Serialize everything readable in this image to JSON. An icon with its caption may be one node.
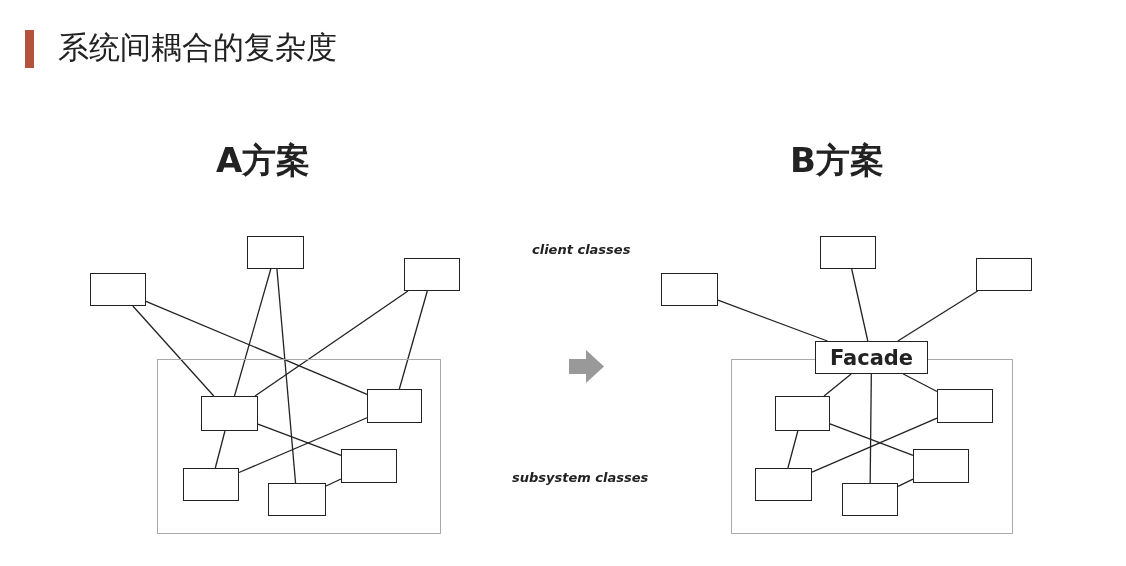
{
  "diagram": {
    "title": "系统间耦合的复杂度",
    "nodes": [
      {
        "text": [],
        "shape": "box"
      },
      {
        "text": [],
        "shape": "box"
      },
      {
        "text": [],
        "shape": "box"
      },
      {
        "text": [],
        "shape": "box"
      },
      {
        "text": [],
        "shape": "box",
        "in": 0
      },
      {
        "text": [],
        "shape": "box",
        "in": 0
      },
      {
        "text": [],
        "shape": "box",
        "in": 0
      },
      {
        "text": [],
        "shape": "box",
        "in": 0
      },
      {
        "text": [],
        "shape": "box",
        "in": 0
      },
      {
        "text": [],
        "shape": "box"
      },
      {
        "text": [],
        "shape": "box"
      },
      {
        "text": [],
        "shape": "box"
      },
      {
        "text": [],
        "shape": "box"
      },
      {
        "text": [
          "Facade"
        ]
      },
      {
        "text": [],
        "shape": "box",
        "in": 9
      },
      {
        "text": [],
        "shape": "box",
        "in": 9
      },
      {
        "text": [],
        "shape": "box",
        "in": 9
      },
      {
        "text": [],
        "shape": "box",
        "in": 9
      },
      {
        "text": [],
        "shape": "box",
        "in": 9
      }
    ],
    "edges": [
      {
        "from": 1,
        "to": 4,
        "arrow": "none"
      },
      {
        "from": 1,
        "to": 5,
        "arrow": "none"
      },
      {
        "from": 2,
        "to": 4,
        "arrow": "none"
      },
      {
        "from": 2,
        "to": 7,
        "arrow": "none"
      },
      {
        "from": 3,
        "to": 4,
        "arrow": "none"
      },
      {
        "from": 3,
        "to": 5,
        "arrow": "none"
      },
      {
        "from": 4,
        "to": 6,
        "arrow": "none"
      },
      {
        "from": 5,
        "to": 6,
        "arrow": "none"
      },
      {
        "from": 4,
        "to": 8,
        "arrow": "none"
      },
      {
        "from": 8,
        "to": 7,
        "arrow": "none"
      },
      {
        "from": 10,
        "to": 13,
        "arrow": "none"
      },
      {
        "from": 11,
        "to": 13,
        "arrow": "none"
      },
      {
        "from": 12,
        "to": 13,
        "arrow": "none"
      },
      {
        "from": 13,
        "to": 14,
        "arrow": "none"
      },
      {
        "from": 13,
        "to": 15,
        "arrow": "none"
      },
      {
        "from": 13,
        "to": 17,
        "arrow": "none"
      },
      {
        "from": 14,
        "to": 16,
        "arrow": "none"
      },
      {
        "from": 14,
        "to": 18,
        "arrow": "none"
      },
      {
        "from": 15,
        "to": 16,
        "arrow": "none"
      },
      {
        "from": 18,
        "to": 17,
        "arrow": "none"
      }
    ],
    "labels": [
      "A方案",
      "B方案",
      "client classes",
      "subsystem classes"
    ]
  }
}
